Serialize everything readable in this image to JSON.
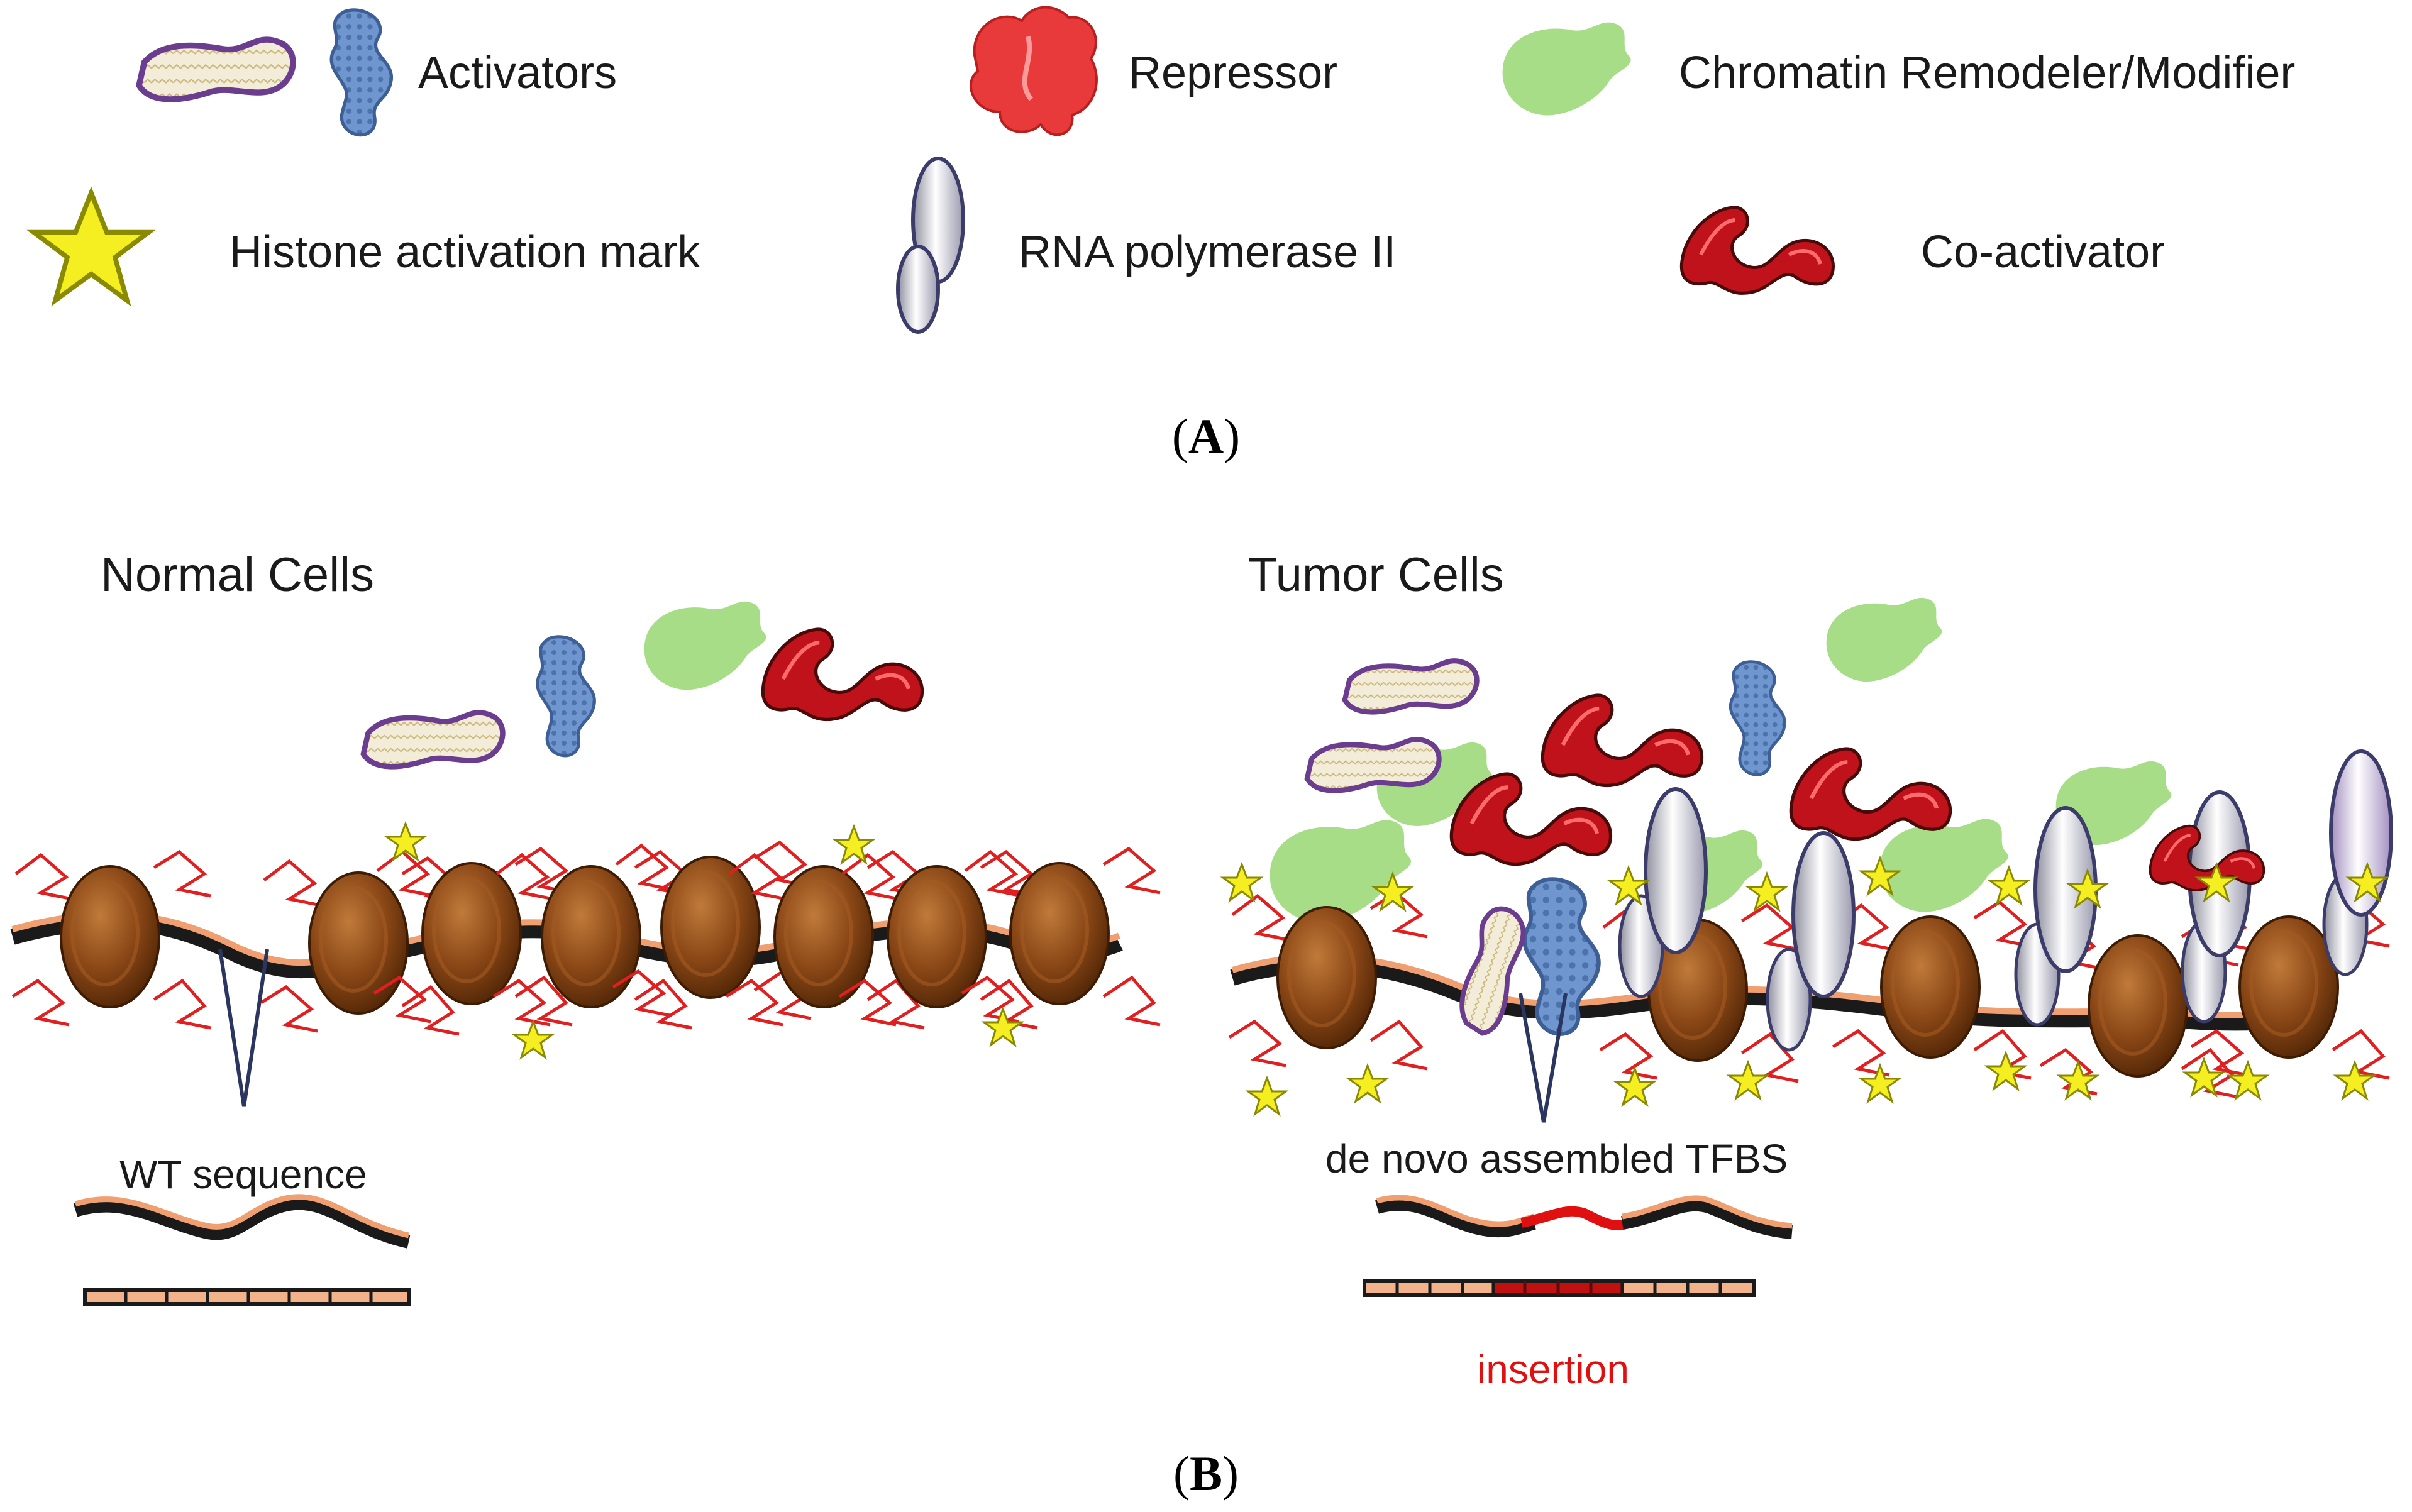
{
  "legend": {
    "activators": "Activators",
    "repressor": "Repressor",
    "chromatin_remodeler": "Chromatin Remodeler/Modifier",
    "histone_mark": "Histone activation mark",
    "rna_pol": "RNA polymerase II",
    "coactivator": "Co-activator"
  },
  "panel_a_label": "A",
  "panel_b_label": "B",
  "normal": {
    "title": "Normal Cells",
    "sequence_label": "WT sequence"
  },
  "tumor": {
    "title": "Tumor Cells",
    "sequence_label": "de novo assembled TFBS",
    "insertion_label": "insertion"
  },
  "colors": {
    "nucleosome": "#7a3f12",
    "dna_strand": "#f0a070",
    "histone_tail": "#e02020",
    "activator_blue": "#5b86c4",
    "activator_purple": "#6a3d8f",
    "repressor": "#e83a3a",
    "coactivator": "#c0121a",
    "remodeler": "#9ed97a",
    "rna_pol": "#b8b8c8",
    "histone_mark": "#f2ec1c",
    "insertion": "#e01010"
  }
}
